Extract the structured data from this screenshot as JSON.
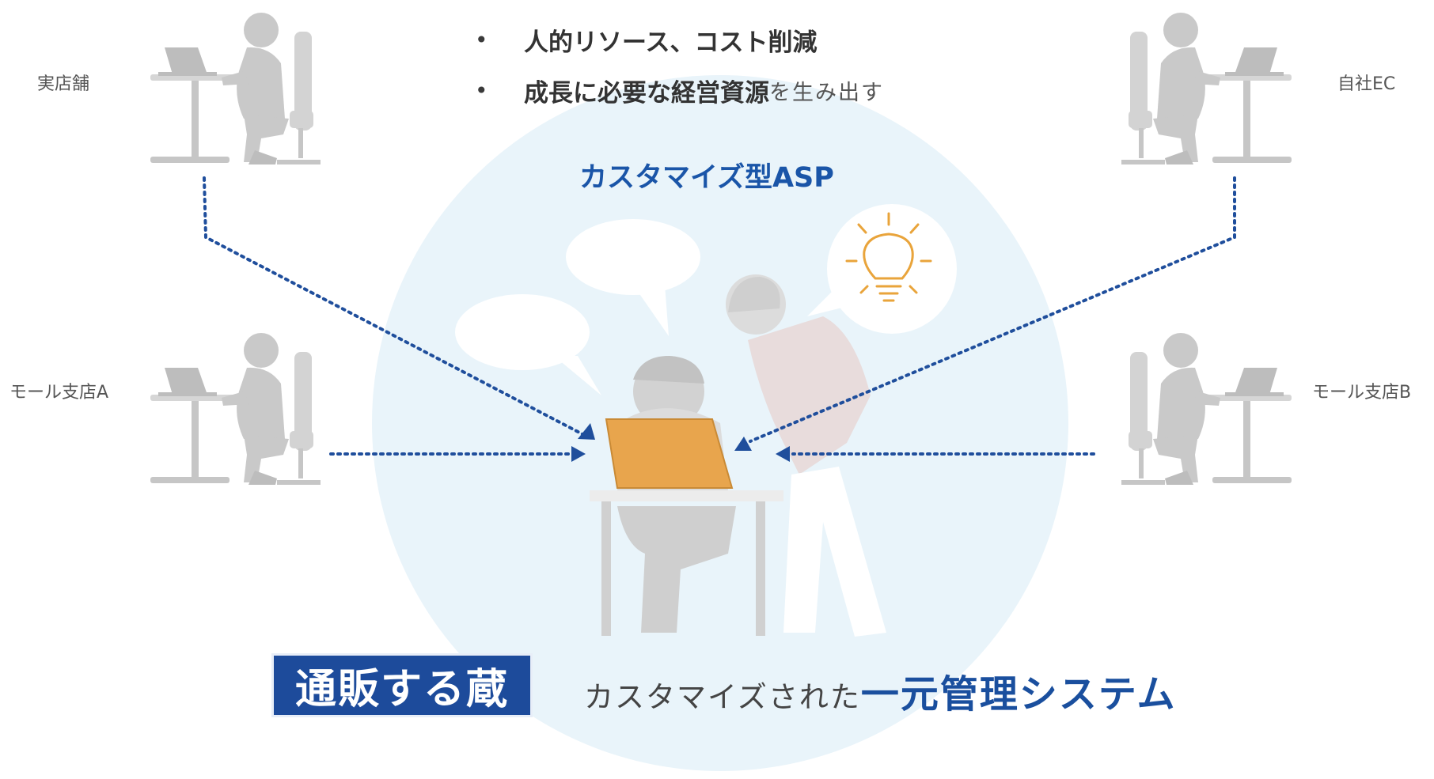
{
  "bullets": [
    {
      "bold": "人的リソース、コスト削減",
      "normal": ""
    },
    {
      "bold": "成長に必要な経営資源",
      "normal": "を生み出す"
    }
  ],
  "bullet_symbol": "•",
  "center_title": "カスタマイズ型ASP",
  "locations": {
    "top_left": "実店舗",
    "top_right": "自社EC",
    "mid_left": "モール支店A",
    "mid_right": "モール支店B"
  },
  "logo_text": "通販する蔵",
  "tagline": {
    "normal": "カスタマイズされた",
    "bold": "一元管理システム"
  },
  "colors": {
    "circle_bg": "#e9f4fa",
    "accent_blue": "#1a55a8",
    "dotted_line": "#1f4e9c",
    "laptop": "#e8a54d",
    "bulb": "#e9a43b",
    "figure_gray": "#c9c9c9",
    "logo_bg": "#1d4b9b"
  },
  "icons": [
    "person-at-desk-icon",
    "lightbulb-icon",
    "speech-bubble-icon",
    "laptop-icon",
    "arrowhead-icon"
  ]
}
